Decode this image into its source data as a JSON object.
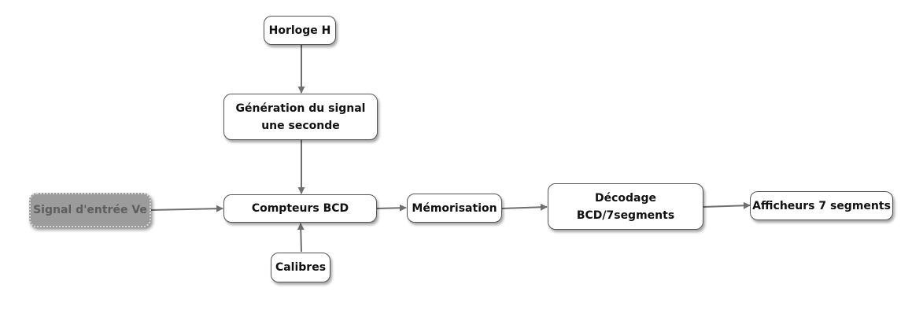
{
  "nodes": {
    "horloge": "Horloge H",
    "generation": "Génération du signal\nune seconde",
    "signal": "Signal d'entrée Ve",
    "compteurs": "Compteurs BCD",
    "calibres": "Calibres",
    "memorisation": "Mémorisation",
    "decodage": "Décodage\nBCD/7segments",
    "afficheurs": "Afficheurs 7 segments"
  },
  "colors": {
    "connector": "#6f6f6f",
    "node_border": "#555555",
    "input_node_fill": "#9c9c9c"
  }
}
